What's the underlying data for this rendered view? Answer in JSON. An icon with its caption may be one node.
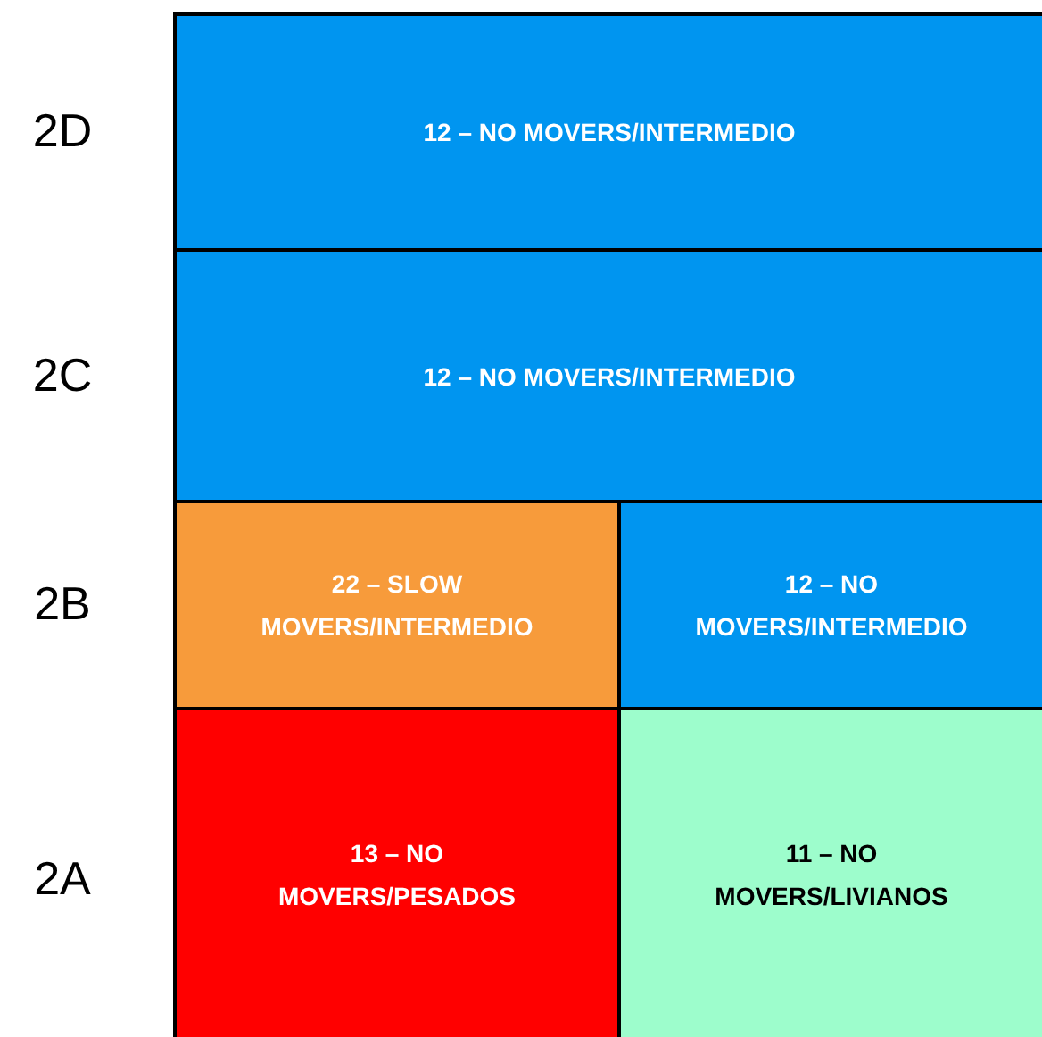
{
  "diagram": {
    "nodes": [
      {
        "text": [
          "12 – NO MOVERS/INTERMEDIO"
        ]
      },
      {
        "text": [
          "12 – NO MOVERS/INTERMEDIO"
        ]
      },
      {
        "text": [
          "22 – SLOW MOVERS/INTERMEDIO"
        ]
      },
      {
        "text": [
          "12 – NO MOVERS/INTERMEDIO"
        ]
      },
      {
        "text": [
          "13 – NO MOVERS/PESADOS"
        ]
      },
      {
        "text": [
          "11 – NO MOVERS/LIVIANOS"
        ]
      }
    ],
    "labels": [
      "2D",
      "2C",
      "2B",
      "2A"
    ]
  }
}
